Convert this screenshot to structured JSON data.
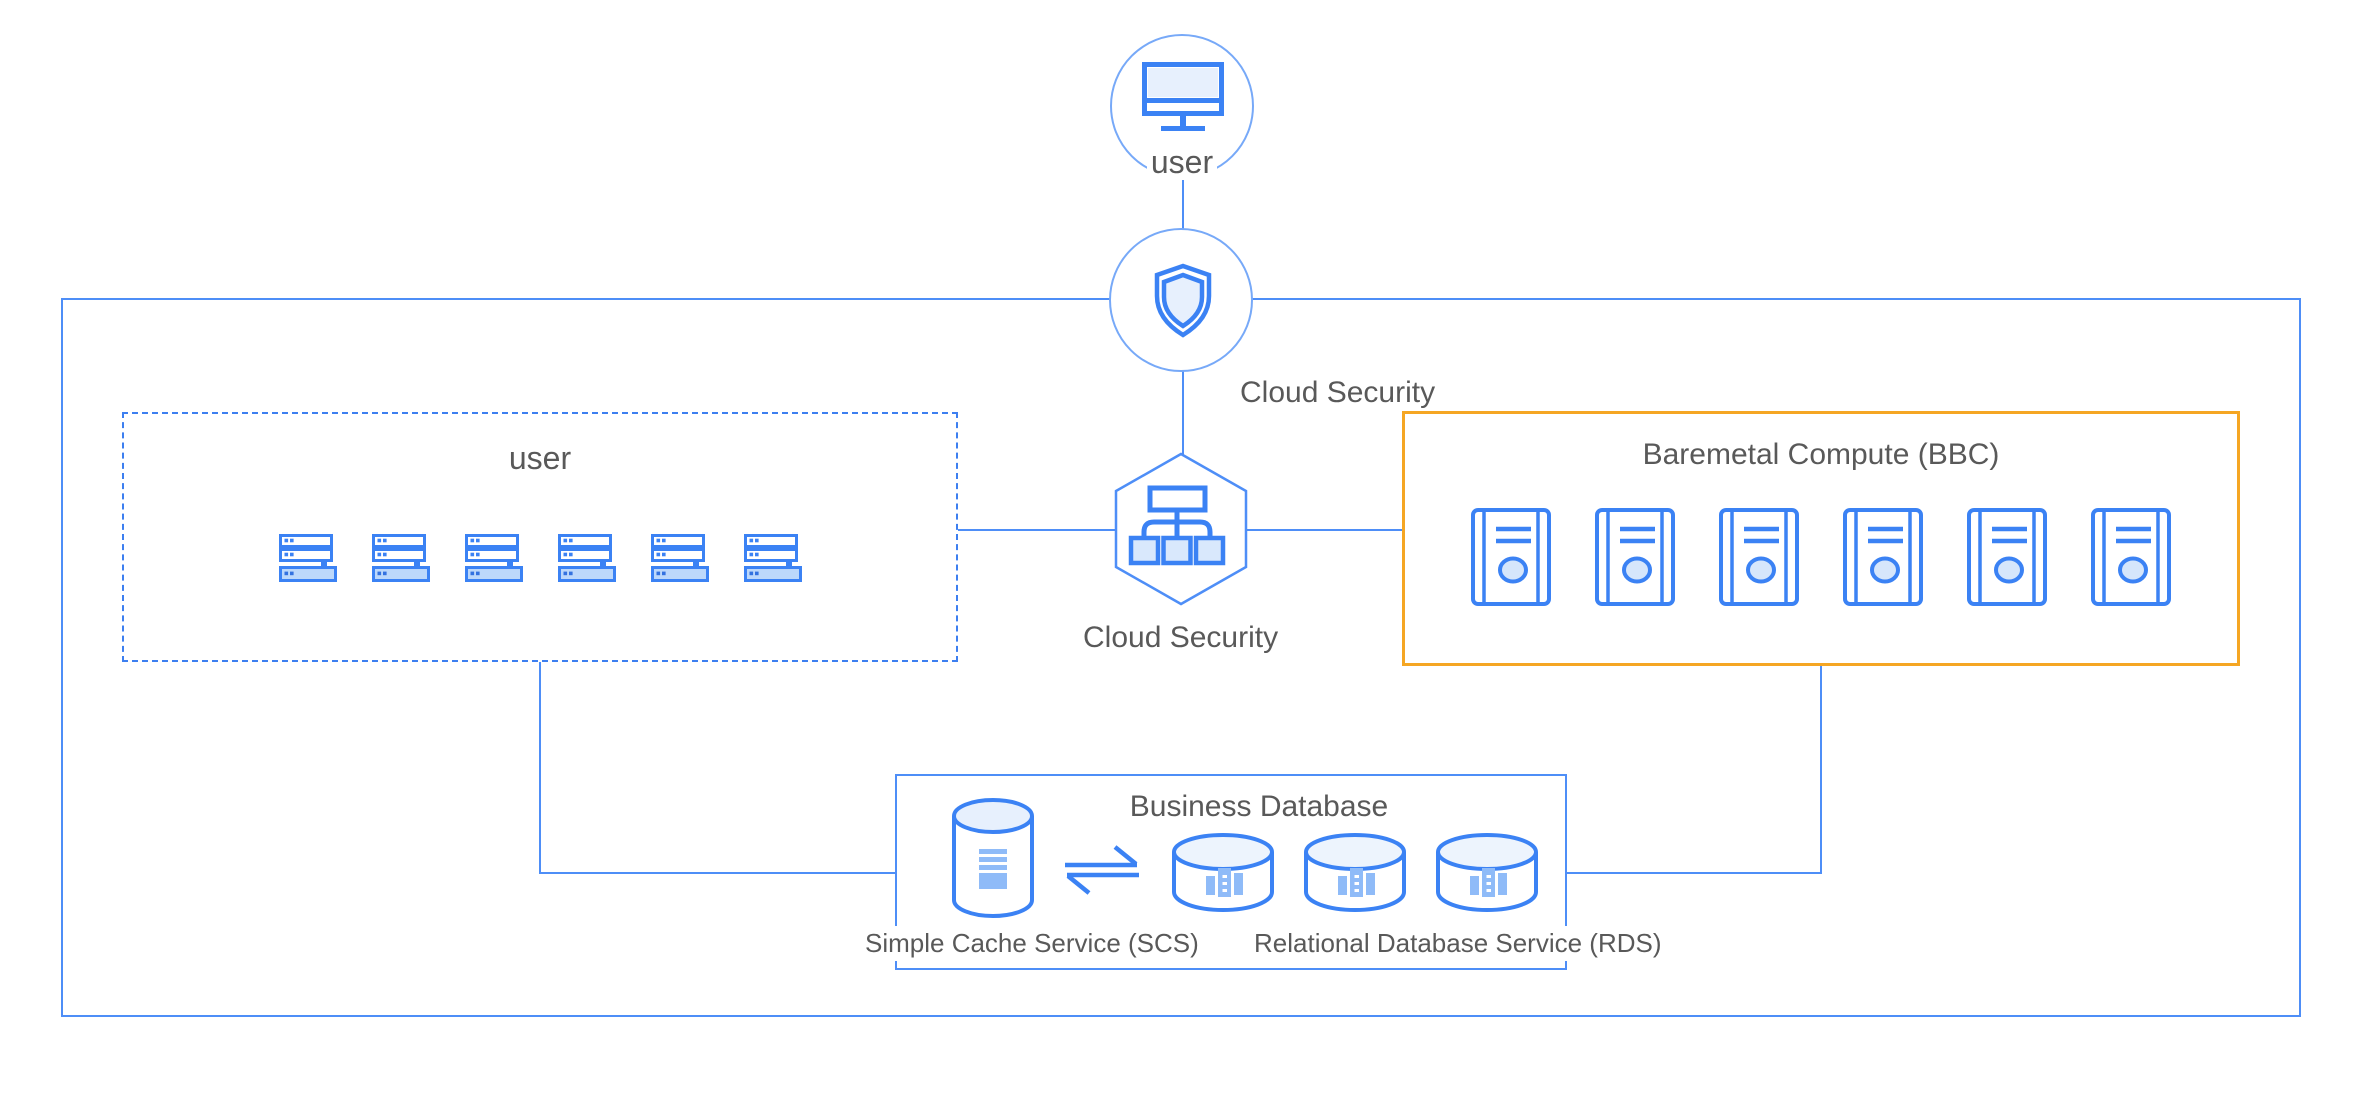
{
  "nodes": {
    "top_user": {
      "label": "user"
    },
    "cloud_security_shield": {
      "label": "Cloud Security"
    },
    "cloud_security_gateway": {
      "label": "Cloud Security"
    },
    "user_group": {
      "title": "user",
      "server_count": 6
    },
    "baremetal_compute": {
      "title": "Baremetal Compute (BBC)",
      "server_count": 6
    },
    "business_database": {
      "title": "Business Database",
      "scs_label": "Simple Cache Service (SCS)",
      "rds_label": "Relational Database Service (RDS)",
      "rds_count": 3
    }
  },
  "colors": {
    "connector_blue": "#4E8EF7",
    "icon_blue": "#3B82F4",
    "icon_fill_light": "#DCE9FC",
    "circle_stroke": "#77A9F8",
    "dashed_border": "#3D7FF0",
    "baremetal_border": "#F5A623",
    "label_gray": "#595959"
  }
}
